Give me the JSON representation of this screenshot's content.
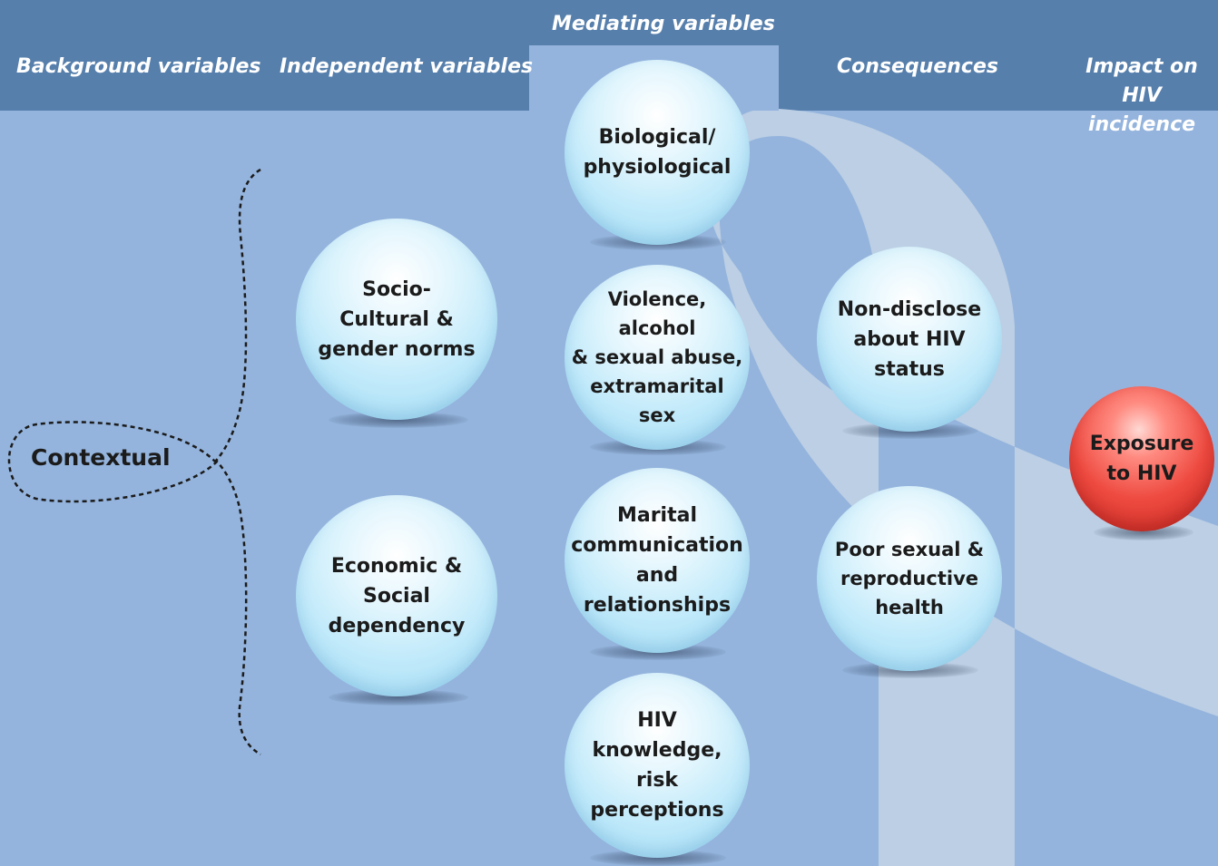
{
  "headers": {
    "background": "Background variables",
    "independent": "Independent variables",
    "mediating": "Mediating variables",
    "consequences": "Consequences",
    "impact": "Impact on\nHIV incidence"
  },
  "contextual_label": "Contextual",
  "independent_variables": [
    "Socio-\nCultural &\ngender norms",
    "Economic &\nSocial\ndependency"
  ],
  "mediating_variables": [
    "Biological/\nphysiological",
    "Violence,\nalcohol\n& sexual abuse,\nextramarital\nsex",
    "Marital\ncommunication\nand\nrelationships",
    "HIV\nknowledge,\nrisk perceptions"
  ],
  "consequences": [
    "Non-disclose\nabout HIV\nstatus",
    "Poor sexual &\nreproductive\nhealth"
  ],
  "impact": "Exposure\nto HIV",
  "colors": {
    "background": "#94b4dd",
    "header_band": "#567fac",
    "mediating_column": "#94b4dd",
    "ribbon": "#bccfe4",
    "sphere": "#bfe9fa",
    "impact_sphere": "#ee4a40"
  }
}
